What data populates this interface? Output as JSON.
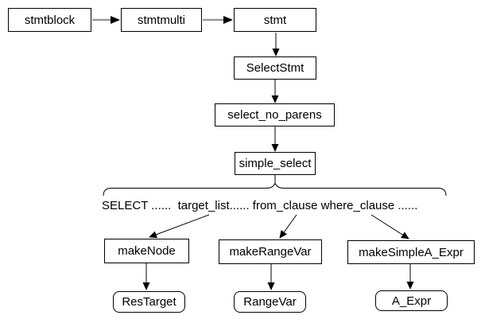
{
  "diagram": {
    "colors": {
      "background": "#ffffff",
      "node_border": "#000000",
      "node_fill": "#ffffff",
      "text": "#000000",
      "arrow": "#000000",
      "flow_arrow_shaft": "#999999"
    },
    "nodes": {
      "stmtblock": "stmtblock",
      "stmtmulti": "stmtmulti",
      "stmt": "stmt",
      "selectstmt": "SelectStmt",
      "select_no_parens": "select_no_parens",
      "simple_select": "simple_select",
      "makenode": "makeNode",
      "makerangevar": "makeRangeVar",
      "makesimplea_expr": "makeSimpleA_Expr",
      "restarget": "ResTarget",
      "rangevar": "RangeVar",
      "a_expr": "A_Expr"
    },
    "expansion_text": "SELECT ......  target_list...... from_clause where_clause ......"
  }
}
